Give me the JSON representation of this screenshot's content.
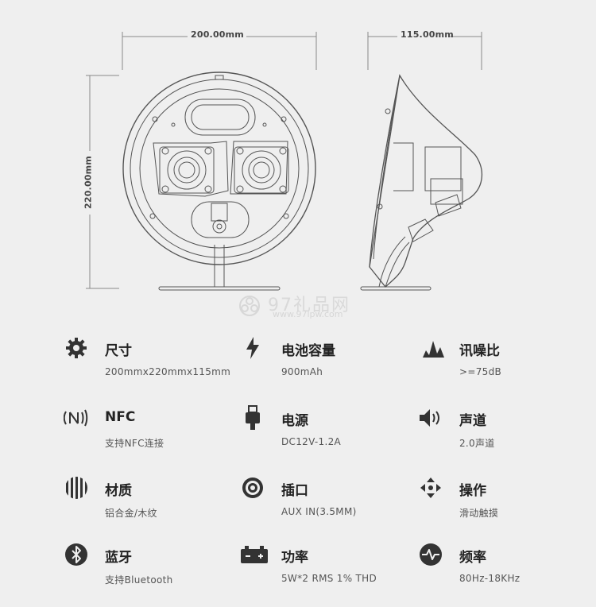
{
  "dimensions": {
    "width": "200.00mm",
    "depth": "115.00mm",
    "height": "220.00mm"
  },
  "watermark": {
    "text": "97礼品网",
    "url": "www.97lpw.com"
  },
  "specs": [
    {
      "icon": "gear-icon",
      "title": "尺寸",
      "value": "200mmx220mmx115mm"
    },
    {
      "icon": "lightning-icon",
      "title": "电池容量",
      "value": "900mAh"
    },
    {
      "icon": "waveform-peaks-icon",
      "title": "讯噪比",
      "value": ">=75dB"
    },
    {
      "icon": "nfc-icon",
      "title": "NFC",
      "value": "支持NFC连接"
    },
    {
      "icon": "usb-plug-icon",
      "title": "电源",
      "value": "DC12V-1.2A"
    },
    {
      "icon": "speaker-icon",
      "title": "声道",
      "value": "2.0声道"
    },
    {
      "icon": "stripes-icon",
      "title": "材质",
      "value": "铝合金/木纹"
    },
    {
      "icon": "audio-jack-icon",
      "title": "插口",
      "value": "AUX IN(3.5MM)"
    },
    {
      "icon": "touch-control-icon",
      "title": "操作",
      "value": "滑动触摸"
    },
    {
      "icon": "bluetooth-icon",
      "title": "蓝牙",
      "value": "支持Bluetooth"
    },
    {
      "icon": "battery-icon",
      "title": "功率",
      "value": "5W*2 RMS 1% THD"
    },
    {
      "icon": "frequency-pulse-icon",
      "title": "频率",
      "value": "80Hz-18KHz"
    }
  ]
}
